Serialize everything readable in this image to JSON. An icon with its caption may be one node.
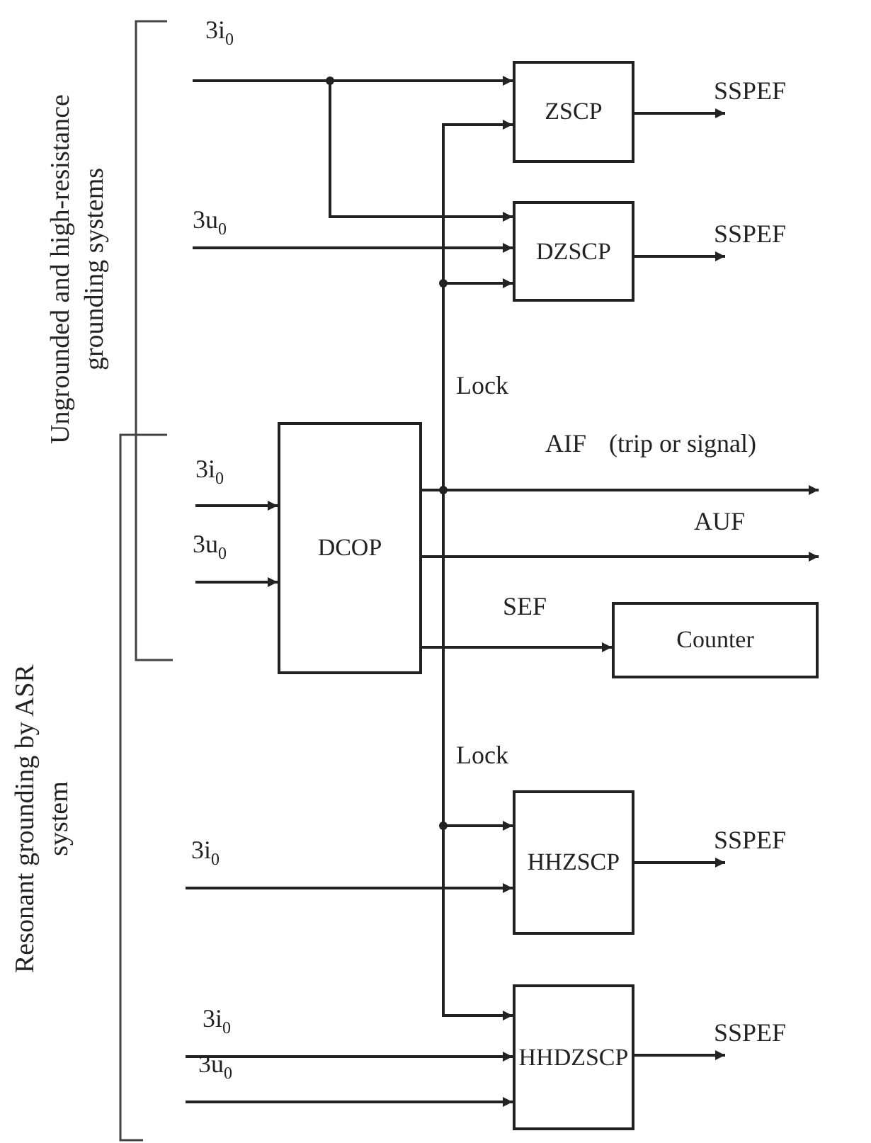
{
  "diagram": {
    "nodes": [
      {
        "text": [
          "ZSCP"
        ]
      },
      {
        "text": [
          "DZSCP"
        ]
      },
      {
        "text": [
          "DCOP"
        ]
      },
      {
        "text": [
          "Counter"
        ]
      },
      {
        "text": [
          "HHZSCP"
        ]
      },
      {
        "text": [
          "HHDZSCP"
        ]
      }
    ],
    "edges": [
      {
        "from": null,
        "to": 0,
        "arrow": "to",
        "label": "3i$_{0}$"
      },
      {
        "from": null,
        "to": 1,
        "arrow": "to"
      },
      {
        "from": null,
        "to": 1,
        "arrow": "to",
        "label": "3u$_{0}$"
      },
      {
        "from": 0,
        "to": null,
        "arrow": "to",
        "label": "SSPEF"
      },
      {
        "from": 1,
        "to": null,
        "arrow": "to",
        "label": "SSPEF"
      },
      {
        "from": null,
        "to": 2,
        "arrow": "to",
        "label": "3i$_{0}$"
      },
      {
        "from": null,
        "to": 2,
        "arrow": "to",
        "label": "3u$_{0}$"
      },
      {
        "from": 2,
        "to": null,
        "arrow": "to",
        "label": "AIF"
      },
      {
        "from": 2,
        "to": null,
        "arrow": "to",
        "label": "AUF"
      },
      {
        "from": 2,
        "to": 3,
        "arrow": "to",
        "label": "SEF"
      },
      {
        "from": 2,
        "to": 0,
        "arrow": "to"
      },
      {
        "from": 2,
        "to": 1,
        "arrow": "to",
        "label": "Lock"
      },
      {
        "from": 2,
        "to": 4,
        "arrow": "to",
        "label": "Lock"
      },
      {
        "from": 2,
        "to": 5,
        "arrow": "to"
      },
      {
        "from": null,
        "to": 4,
        "arrow": "to",
        "label": "3i$_{0}$"
      },
      {
        "from": 4,
        "to": null,
        "arrow": "to",
        "label": "SSPEF"
      },
      {
        "from": null,
        "to": 5,
        "arrow": "to",
        "label": "3i$_{0}$"
      },
      {
        "from": null,
        "to": 5,
        "arrow": "to",
        "label": "3u$_{0}$"
      },
      {
        "from": 5,
        "to": null,
        "arrow": "to",
        "label": "SSPEF"
      }
    ],
    "labels": [
      "(trip or signal)",
      "Ungrounded and high-resistance grounding systems",
      "Resonant grounding by ASR system"
    ]
  }
}
